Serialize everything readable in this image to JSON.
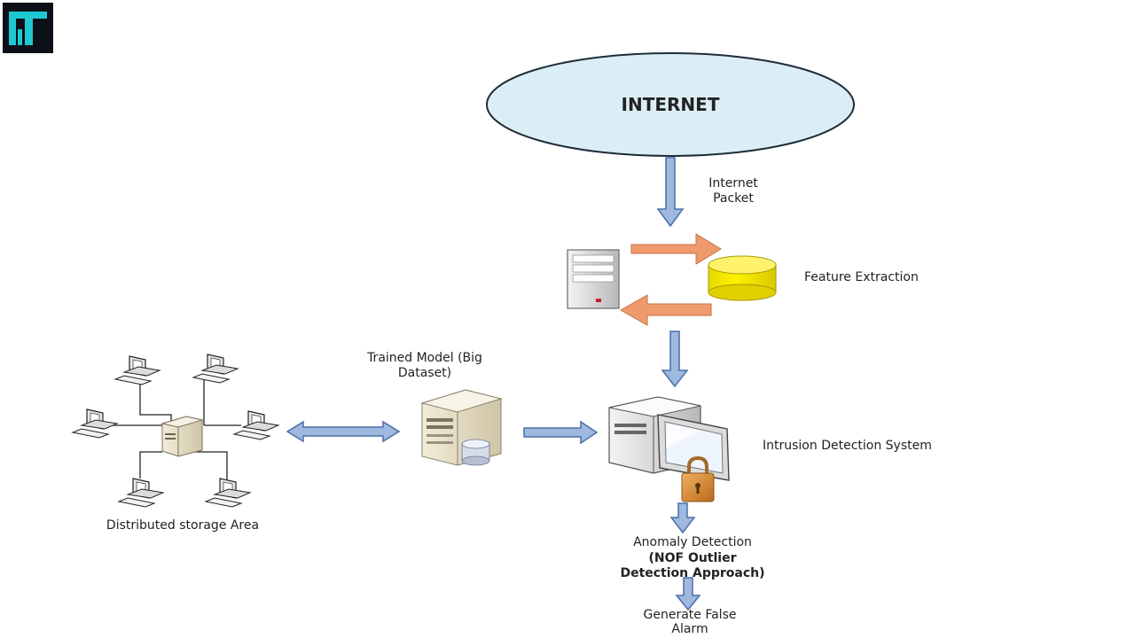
{
  "logo": {
    "text": "IT",
    "accent": "#1ec8d2"
  },
  "nodes": {
    "internet": {
      "label": "INTERNET"
    },
    "internet_packet": {
      "label": "Internet\nPacket"
    },
    "feature_extraction": {
      "label": "Feature Extraction"
    },
    "trained_model": {
      "label": "Trained Model (Big\nDataset)"
    },
    "ids": {
      "label": "Intrusion Detection System"
    },
    "storage": {
      "label": "Distributed storage Area"
    },
    "anomaly": {
      "title": "Anomaly Detection",
      "subtitle": "(NOF Outlier\nDetection Approach)"
    },
    "alarm": {
      "label": "Generate False\nAlarm"
    }
  },
  "colors": {
    "internet_fill": "#dbeef5",
    "arrow_blue": "#9fb8df",
    "arrow_blue_stroke": "#4a6fa8",
    "arrow_orange": "#ee9a6c",
    "cylinder_yellow": "#fff200"
  }
}
